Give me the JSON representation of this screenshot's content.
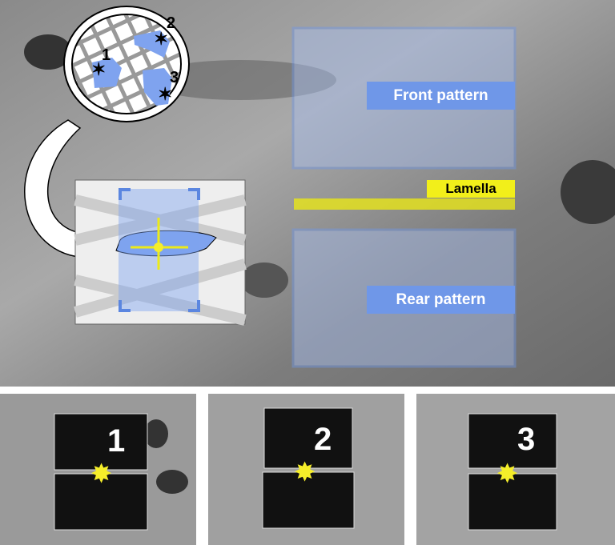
{
  "overview": {
    "grid_markers": [
      "1",
      "2",
      "3"
    ],
    "front_pattern_label": "Front pattern",
    "lamella_label": "Lamella",
    "rear_pattern_label": "Rear pattern"
  },
  "panels": [
    {
      "number": "1"
    },
    {
      "number": "2"
    },
    {
      "number": "3"
    }
  ],
  "colors": {
    "pattern_blue": "#6f97e8",
    "lamella_yellow": "#f2ef1a",
    "star_yellow": "#f5ee2a"
  }
}
